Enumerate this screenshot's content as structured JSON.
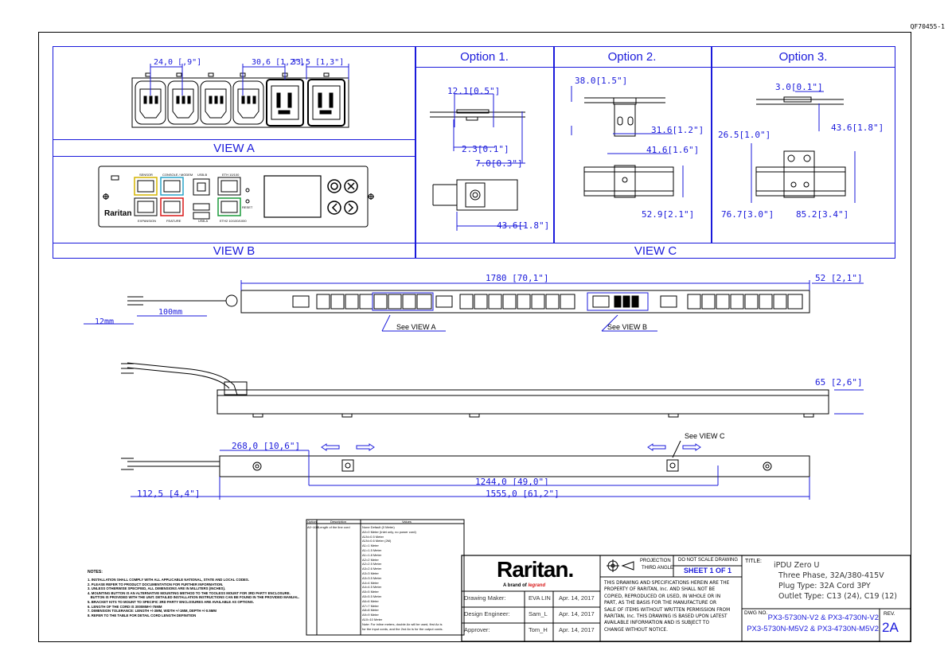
{
  "doc_id": "QF70455-1",
  "views": {
    "view_a": "VIEW A",
    "view_b": "VIEW B",
    "view_c": "VIEW C"
  },
  "options": [
    "Option 1.",
    "Option  2.",
    "Option 3."
  ],
  "view_a_dims": {
    "d1": "24,0 [,9\"]",
    "d2": "30,6 [1,2\"]",
    "d3": "33,5 [1,3\"]"
  },
  "view_b_labels": {
    "logo": "Raritan",
    "sensor": "SENSOR",
    "console": "CONSOLE / MODEM",
    "usb_b": "USB-B",
    "eth": "ETH 10/100",
    "expansion": "EXPANSION",
    "feature": "FEATURE",
    "usb_a": "USB-A",
    "eth2": "ETH2 10/100/1000",
    "reset": "RESET"
  },
  "option1_dims": {
    "a": "12.1[0.5\"]",
    "b": "2.3[0.1\"]",
    "c": "7.0[0.3\"]",
    "d": "43.6[1.8\"]"
  },
  "option2_dims": {
    "a": "38.0[1.5\"]",
    "b": "31.6[1.2\"]",
    "c": "41.6[1.6\"]",
    "d": "52.9[2.1\"]"
  },
  "option3_dims": {
    "a": "3.0[0.1\"]",
    "b": "26.5[1.0\"]",
    "c": "43.6[1.8\"]",
    "d": "76.7[3.0\"]",
    "e": "85.2[3.4\"]"
  },
  "main_dims": {
    "length": "1780 [70,1\"]",
    "end": "52 [2,1\"]",
    "cord_mm": "12mm",
    "cord_100": "100mm",
    "height": "65 [2,6\"]",
    "d268": "268,0 [10,6\"]",
    "d1244": "1244,0 [49,0\"]",
    "d112": "112,5 [4,4\"]",
    "d1555": "1555,0 [61,2\"]"
  },
  "callouts": {
    "see_a": "See VIEW A",
    "see_b": "See VIEW B",
    "see_c": "See VIEW C"
  },
  "notes": {
    "heading": "NOTES:",
    "lines": [
      "1. INSTALLATION SHALL COMPLY WITH ALL APPLICABLE NATIONAL, STATE AND LOCAL CODES.",
      "2. PLEASE REFER TO PRODUCT DOCUMENTATION FOR FURTHER INFORMATION.",
      "3. UNLESS OTHERWISE SPECIFIED, ALL DIMENSIONS ARE IN MILLITERS (INCHES).",
      "4. MOUNTING BUTTON IS AN ALTERNATIVE MOUNTING METHOD TO THE TOOLESS MOUNT FOR 3RD PARTY ENCLOSURE.",
      "   BUTTON IS PROVIDED WITH THE UNIT. DETAILED INSTALLATION INSTRUCTIONS CAN BE FOUND IN THE PROVIDED MANUAL.",
      "5. BRACKET KITS TO MOUNT TO SPECIFIC 3RD PARTY ENCLOSURES ARE AVAILABLE AS OPTIONS.",
      "6. LENGTH OF THE CORD IS 3000MM+/-75MM",
      "7. DIMENSION TOLERANCE: LENGTH +/-3MM, WIDTH +/-1MM, DEPTH +/-0.5MM",
      "8. REFER TO THE TABLE FOR DETAIL CORD LENGTH DEFINITION"
    ]
  },
  "option_table": {
    "headers": [
      "Option",
      "Description",
      "Values"
    ],
    "option": "A0~A18",
    "description": "Length of the line cord",
    "values": [
      "None Default (0 Meter)",
      "A0=0 Meter (Inlet only, no power cord)",
      "A1N=0.5 Meter",
      "A1N=0.6 Meter (2M)",
      "A1=1 Meter",
      "A1=1.5 Meter",
      "A1=1.8 Meter",
      "A2=2 Meter",
      "A2=2.5 Meter",
      "A3=2.6 Meter",
      "A3=3 Meter",
      "A3=3.5 Meter",
      "A4=4 Meter",
      "A4=4.5 Meter",
      "A5=5 Meter",
      "A5=5.5 Meter",
      "A6=6 Meter",
      "A7=7 Meter",
      "A8=8 Meter",
      "A9=9 Meter",
      "A10=10 Meter",
      "Note: For inline meters, double Ax will be used, first Ax is",
      "for the input cords, and the 2nd Ax is for the output cords."
    ]
  },
  "title_block": {
    "brand": "Raritan.",
    "brand_sub": "A brand of",
    "brand_parent": "legrand",
    "rows": [
      {
        "role": "Drawing Maker:",
        "name": "EVA LIN",
        "date": "Apr. 14, 2017"
      },
      {
        "role": "Design Engineer:",
        "name": "Sam_L",
        "date": "Apr. 14, 2017"
      },
      {
        "role": "Approver:",
        "name": "Tom_H",
        "date": "Apr. 14, 2017"
      }
    ],
    "projection": "PROJECTION",
    "third_angle": "THIRD ANGLE",
    "no_scale": "DO NOT SCALE DRAWING",
    "sheet": "SHEET 1 OF 1",
    "property_text": [
      "THIS DRAWING AND SPECIFICATIONS HEREIN ARE THE",
      "PROPERTY OF RARITAN, Inc. AND SHALL NOT BE",
      "COPIED, REPRODUCED OR USED, IN WHOLE OR IN",
      "PART, AS THE BASIS FOR THE MANUFACTURE OR",
      "SALE OF ITEMS WITHOUT WRITTEN PERMISSION FROM",
      "RARITAN, Inc. THIS DRAWING IS BASED UPON LATEST",
      "AVAILABLE INFORMATION AND IS SUBJECT TO",
      "CHANGE WITHOUT NOTICE."
    ],
    "title_label": "TITLE:",
    "title_lines": [
      "iPDU Zero U",
      "Three Phase, 32A/380-415V",
      "Plug Type: 32A Cord 3PY",
      "Outlet Type: C13 (24), C19 (12)"
    ],
    "dwg_label": "DWG NO.",
    "dwg_lines": [
      "PX3-5730N-V2 & PX3-4730N-V2",
      "PX3-5730N-M5V2 & PX3-4730N-M5V2"
    ],
    "rev_label": "REV.",
    "rev": "2A"
  }
}
